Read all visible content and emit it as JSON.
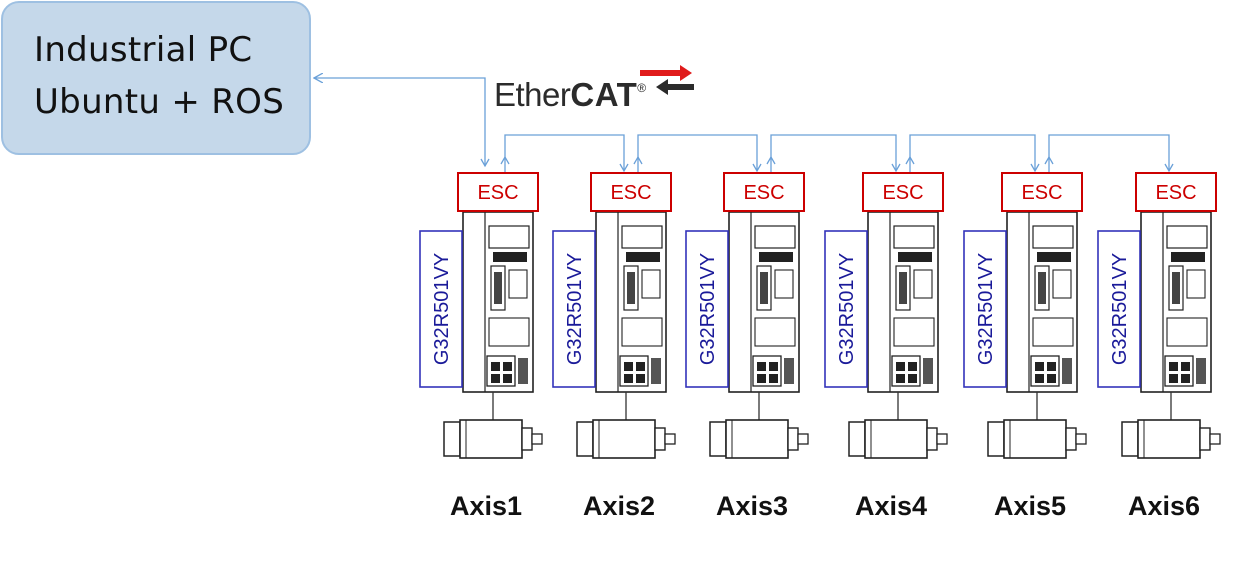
{
  "pc": {
    "line1": "Industrial PC",
    "line2": "Ubuntu + ROS"
  },
  "bus": {
    "name": "EtherCAT",
    "name_plain": "Ether",
    "name_bold": "CAT",
    "mark": "®"
  },
  "axes": [
    {
      "esc_label": "ESC",
      "driver_model": "G32R501VY",
      "axis_label": "Axis1"
    },
    {
      "esc_label": "ESC",
      "driver_model": "G32R501VY",
      "axis_label": "Axis2"
    },
    {
      "esc_label": "ESC",
      "driver_model": "G32R501VY",
      "axis_label": "Axis3"
    },
    {
      "esc_label": "ESC",
      "driver_model": "G32R501VY",
      "axis_label": "Axis4"
    },
    {
      "esc_label": "ESC",
      "driver_model": "G32R501VY",
      "axis_label": "Axis5"
    },
    {
      "esc_label": "ESC",
      "driver_model": "G32R501VY",
      "axis_label": "Axis6"
    }
  ],
  "colors": {
    "pc_fill": "#c5d8ea",
    "pc_border": "#9ec0e2",
    "link_line": "#6aa0d8",
    "esc_border": "#cc0000",
    "esc_text": "#cc0000",
    "model_border": "#3333bb",
    "model_text": "#1a1a99",
    "ethercat_arrow": "#e01b1b"
  }
}
